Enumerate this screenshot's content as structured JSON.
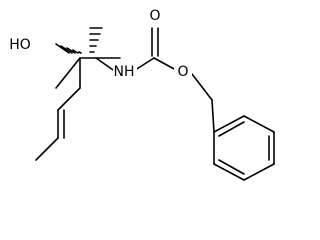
{
  "molecule": {
    "atoms": {
      "hydroxyl": "HO",
      "amine": "NH",
      "carbonyl_oxygen": "O",
      "ester_oxygen": "O"
    },
    "colors": {
      "bond": "#000000",
      "text": "#000000",
      "background": "#ffffff"
    }
  }
}
